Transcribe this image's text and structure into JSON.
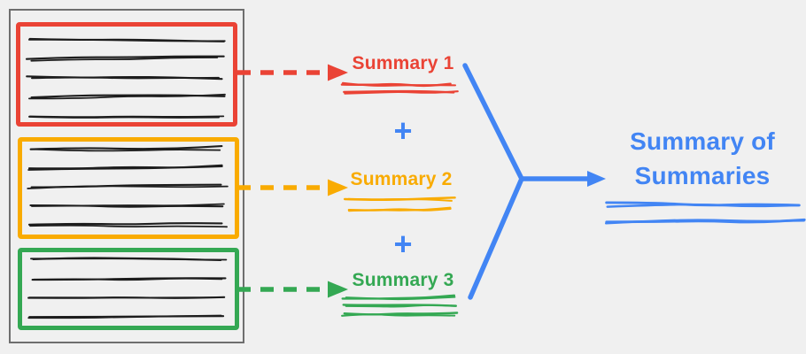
{
  "background": "#F0F0F0",
  "palette": {
    "red": "#EA4335",
    "orange": "#F9AB00",
    "green": "#34A853",
    "blue": "#4285F4",
    "frame_gray": "#6E6E6E",
    "ink": "#1D1D1D"
  },
  "documents": {
    "boxes": [
      {
        "name": "document-1",
        "color_key": "red",
        "text_lines": 5
      },
      {
        "name": "document-2",
        "color_key": "orange",
        "text_lines": 5
      },
      {
        "name": "document-3",
        "color_key": "green",
        "text_lines": 4
      }
    ]
  },
  "summaries": [
    {
      "label": "Summary 1",
      "color_key": "red",
      "underline_strokes": 2
    },
    {
      "label": "Summary 2",
      "color_key": "orange",
      "underline_strokes": 2
    },
    {
      "label": "Summary 3",
      "color_key": "green",
      "underline_strokes": 3
    }
  ],
  "plus_sign": "+",
  "result": {
    "line1": "Summary of",
    "line2": "Summaries",
    "color_key": "blue",
    "underline_strokes": 2
  }
}
